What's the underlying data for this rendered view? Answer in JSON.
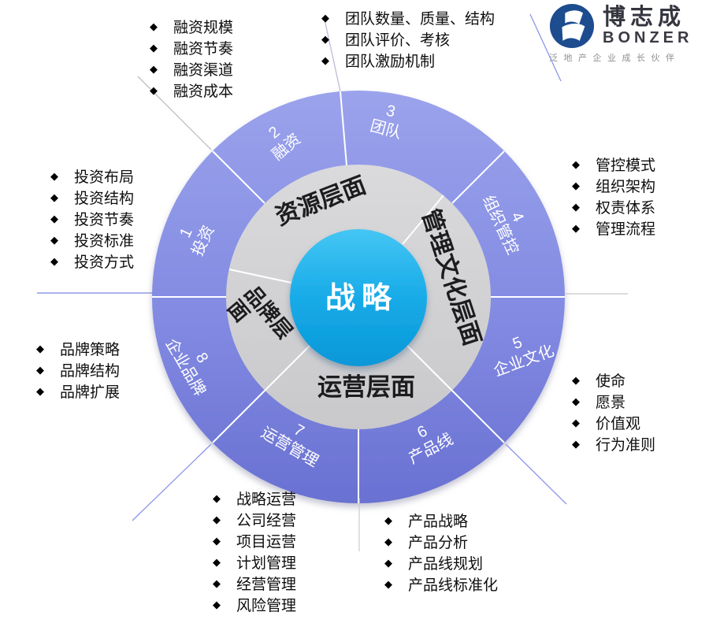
{
  "bullet_glyph": "◆",
  "colors": {
    "outer_ring_top": "#9ba3ec",
    "outer_ring_bottom": "#6971d2",
    "inner_ring": "#d2d2d5",
    "center_top": "#44c6f4",
    "center_bottom": "#0897d8",
    "logo_blue": "#1d4c8f"
  },
  "logo": {
    "name_cn": "博志成",
    "name_en": "BONZER",
    "tagline": "泛地产企业成长伙伴"
  },
  "wheel": {
    "center_label": "战略",
    "inner_labels": {
      "resource": "资源层面",
      "management": "管理文化层面",
      "operation": "运营层面",
      "brand_line1": "品牌层",
      "brand_line2": "面"
    },
    "segments": [
      {
        "num": "1",
        "label": "投资"
      },
      {
        "num": "2",
        "label": "融资"
      },
      {
        "num": "3",
        "label": "团队"
      },
      {
        "num": "4",
        "label": "组织管控"
      },
      {
        "num": "5",
        "label": "企业文化"
      },
      {
        "num": "6",
        "label": "产品线"
      },
      {
        "num": "7",
        "label": "运营管理"
      },
      {
        "num": "8",
        "label": "企业品牌"
      }
    ]
  },
  "lists": {
    "financing": {
      "items": [
        "融资规模",
        "融资节奏",
        "融资渠道",
        "融资成本"
      ]
    },
    "team": {
      "items": [
        "团队数量、质量、结构",
        "团队评价、考核",
        "团队激励机制"
      ]
    },
    "control": {
      "items": [
        "管控模式",
        "组织架构",
        "权责体系",
        "管理流程"
      ]
    },
    "investment": {
      "items": [
        "投资布局",
        "投资结构",
        "投资节奏",
        "投资标准",
        "投资方式"
      ]
    },
    "brand": {
      "items": [
        "品牌策略",
        "品牌结构",
        "品牌扩展"
      ]
    },
    "culture": {
      "items": [
        "使命",
        "愿景",
        "价值观",
        "行为准则"
      ]
    },
    "product": {
      "items": [
        "产品战略",
        "产品分析",
        "产品线规划",
        "产品线标准化"
      ]
    },
    "operation": {
      "items": [
        "战略运营",
        "公司经营",
        "项目运营",
        "计划管理",
        "经营管理",
        "风险管理"
      ]
    }
  }
}
